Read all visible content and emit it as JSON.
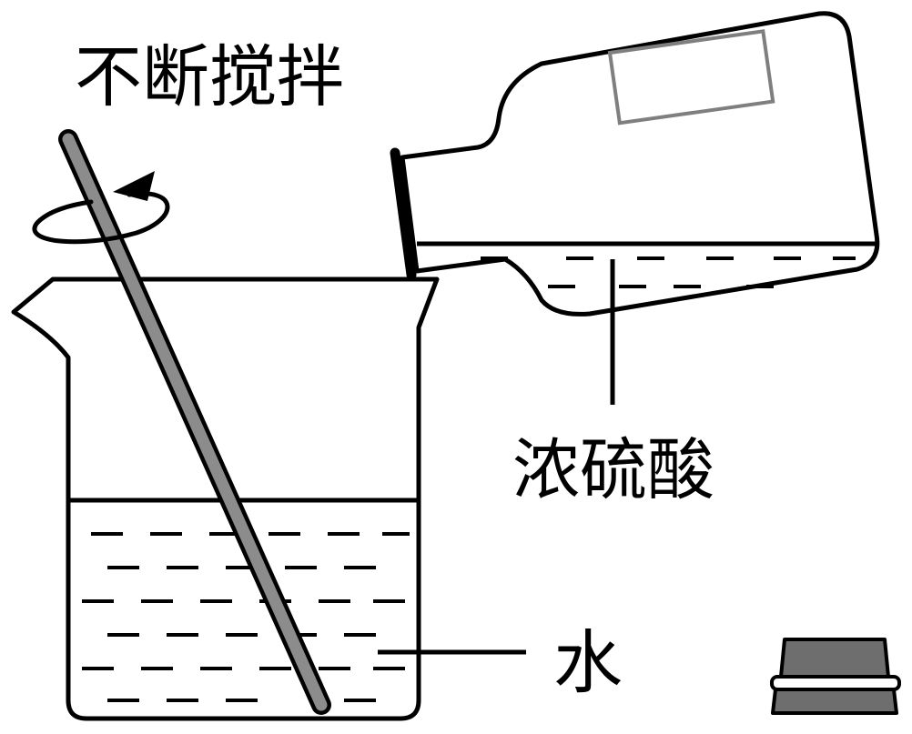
{
  "labels": {
    "stir": "不断搅拌",
    "acid": "浓硫酸",
    "water": "水"
  },
  "colors": {
    "outline": "#000000",
    "rod": "#8c8c8c",
    "label_box": "#7f7f7f",
    "cap": "#6e6e6e"
  }
}
